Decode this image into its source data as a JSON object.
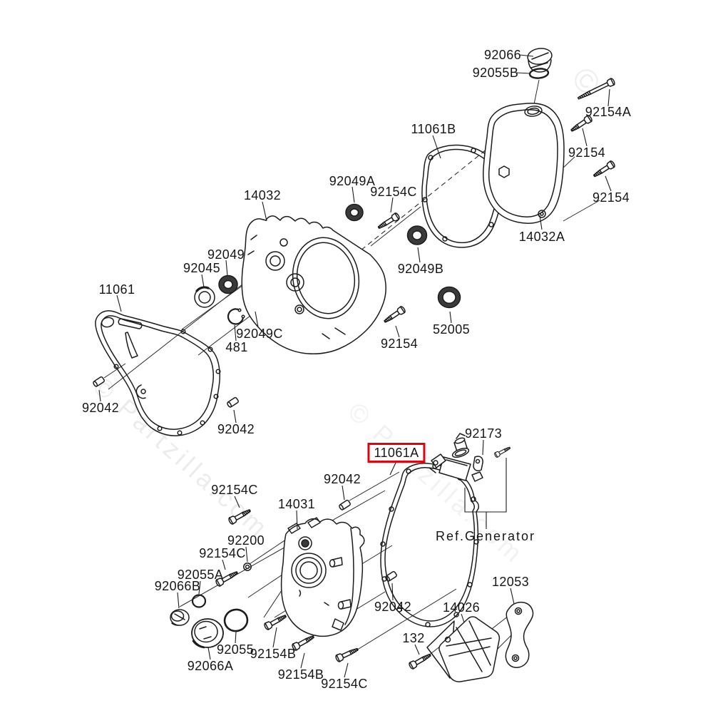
{
  "diagram": {
    "background": "#ffffff",
    "line_color": "#1c1c1c",
    "highlight_color": "#e8000d",
    "highlighted_part": "11061A",
    "watermark": {
      "text": "© Partzilla.com",
      "symbol": "©"
    }
  },
  "labels": [
    {
      "id": "92066",
      "text": "92066"
    },
    {
      "id": "92055B",
      "text": "92055B"
    },
    {
      "id": "92154A",
      "text": "92154A"
    },
    {
      "id": "92154-upper-1",
      "text": "92154"
    },
    {
      "id": "92154-upper-2",
      "text": "92154"
    },
    {
      "id": "11061B",
      "text": "11061B"
    },
    {
      "id": "14032A",
      "text": "14032A"
    },
    {
      "id": "92049A",
      "text": "92049A"
    },
    {
      "id": "92154C-upper",
      "text": "92154C"
    },
    {
      "id": "14032",
      "text": "14032"
    },
    {
      "id": "92049",
      "text": "92049"
    },
    {
      "id": "92045",
      "text": "92045"
    },
    {
      "id": "11061",
      "text": "11061"
    },
    {
      "id": "92049B",
      "text": "92049B"
    },
    {
      "id": "52005",
      "text": "52005"
    },
    {
      "id": "92154-mid",
      "text": "92154"
    },
    {
      "id": "92049C",
      "text": "92049C"
    },
    {
      "id": "481",
      "text": "481"
    },
    {
      "id": "92042-upper-left",
      "text": "92042"
    },
    {
      "id": "92042-upper-right",
      "text": "92042"
    },
    {
      "id": "11061A",
      "text": "11061A",
      "highlighted": true
    },
    {
      "id": "92173",
      "text": "92173"
    },
    {
      "id": "92042-lower-left",
      "text": "92042"
    },
    {
      "id": "92154C-lower-1",
      "text": "92154C"
    },
    {
      "id": "14031",
      "text": "14031"
    },
    {
      "id": "ref-generator",
      "text": "Ref.Generator"
    },
    {
      "id": "92200",
      "text": "92200"
    },
    {
      "id": "92154C-lower-2",
      "text": "92154C"
    },
    {
      "id": "92055A",
      "text": "92055A"
    },
    {
      "id": "92066B",
      "text": "92066B"
    },
    {
      "id": "92042-lower-right",
      "text": "92042"
    },
    {
      "id": "12053",
      "text": "12053"
    },
    {
      "id": "14026",
      "text": "14026"
    },
    {
      "id": "132",
      "text": "132"
    },
    {
      "id": "92055",
      "text": "92055"
    },
    {
      "id": "92154B-1",
      "text": "92154B"
    },
    {
      "id": "92066A",
      "text": "92066A"
    },
    {
      "id": "92154B-2",
      "text": "92154B"
    },
    {
      "id": "92154C-lower-3",
      "text": "92154C"
    }
  ]
}
